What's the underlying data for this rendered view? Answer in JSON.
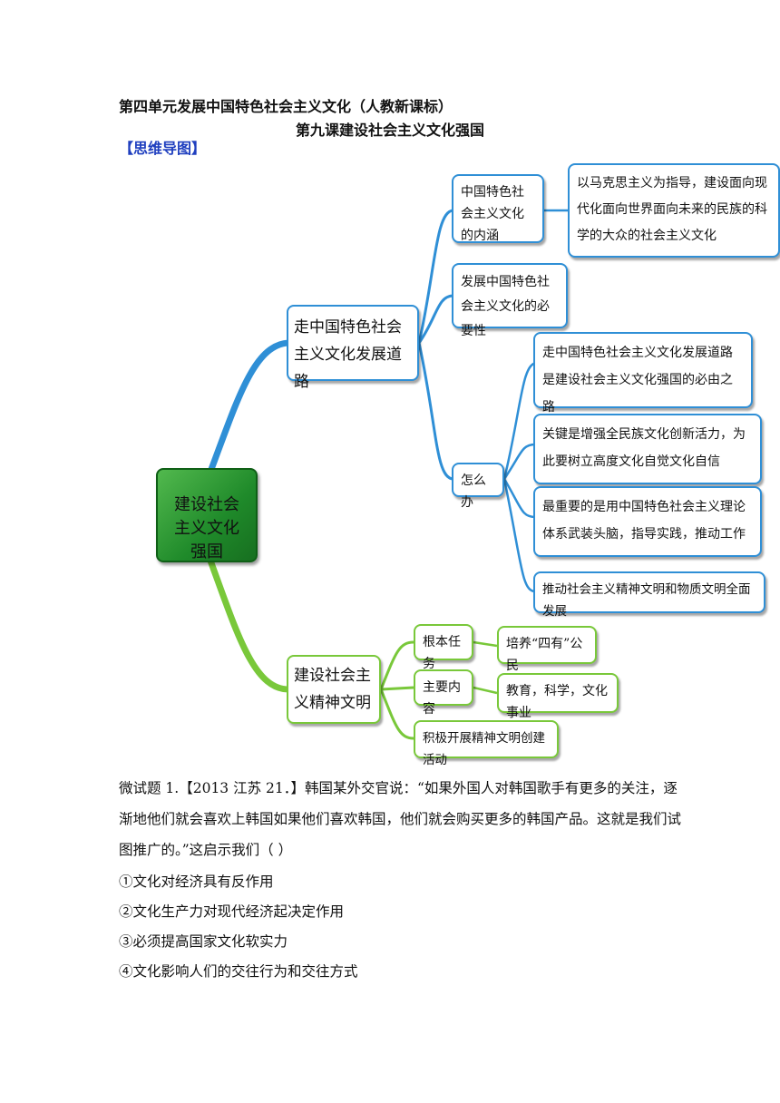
{
  "header": {
    "unit_title": "第四单元发展中国特色社会主义文化（人教新课标）",
    "lesson_title": "第九课建设社会主义文化强国",
    "mind_map_label": "【思维导图】"
  },
  "mind_map": {
    "center": "建设社会主义文化强国",
    "branch1": {
      "label": "走中国特色社会主义文化发展道路",
      "nodes": {
        "connotation": "中国特色社会主义文化的内涵",
        "connotation_detail": "以马克思主义为指导，建设面向现代化面向世界面向未来的民族的科学的大众的社会主义文化",
        "necessity": "发展中国特色社会主义文化的必要性",
        "how": "怎么办",
        "how_items": [
          "走中国特色社会主义文化发展道路是建设社会主义文化强国的必由之路",
          "关键是增强全民族文化创新活力，为此要树立高度文化自觉文化自信",
          "最重要的是用中国特色社会主义理论体系武装头脑，指导实践，推动工作",
          "推动社会主义精神文明和物质文明全面发展"
        ]
      }
    },
    "branch2": {
      "label": "建设社会主义精神文明",
      "nodes": {
        "task": "根本任务",
        "task_detail": "培养“四有”公民",
        "content": "主要内容",
        "content_detail": "教育，科学，文化事业",
        "activity": "积极开展精神文明创建活动"
      }
    },
    "colors": {
      "blue": "#2f8fd6",
      "green": "#79c83a",
      "center": "#1f8a2a"
    }
  },
  "question": {
    "text": "微试题 1.【2013 江苏 21．】韩国某外交官说：“如果外国人对韩国歌手有更多的关注，逐渐地他们就会喜欢上韩国如果他们喜欢韩国，他们就会购买更多的韩国产品。这就是我们试图推广的。”这启示我们（ ）",
    "options": [
      "①文化对经济具有反作用",
      "②文化生产力对现代经济起决定作用",
      "③必须提高国家文化软实力",
      "④文化影响人们的交往行为和交往方式"
    ]
  }
}
